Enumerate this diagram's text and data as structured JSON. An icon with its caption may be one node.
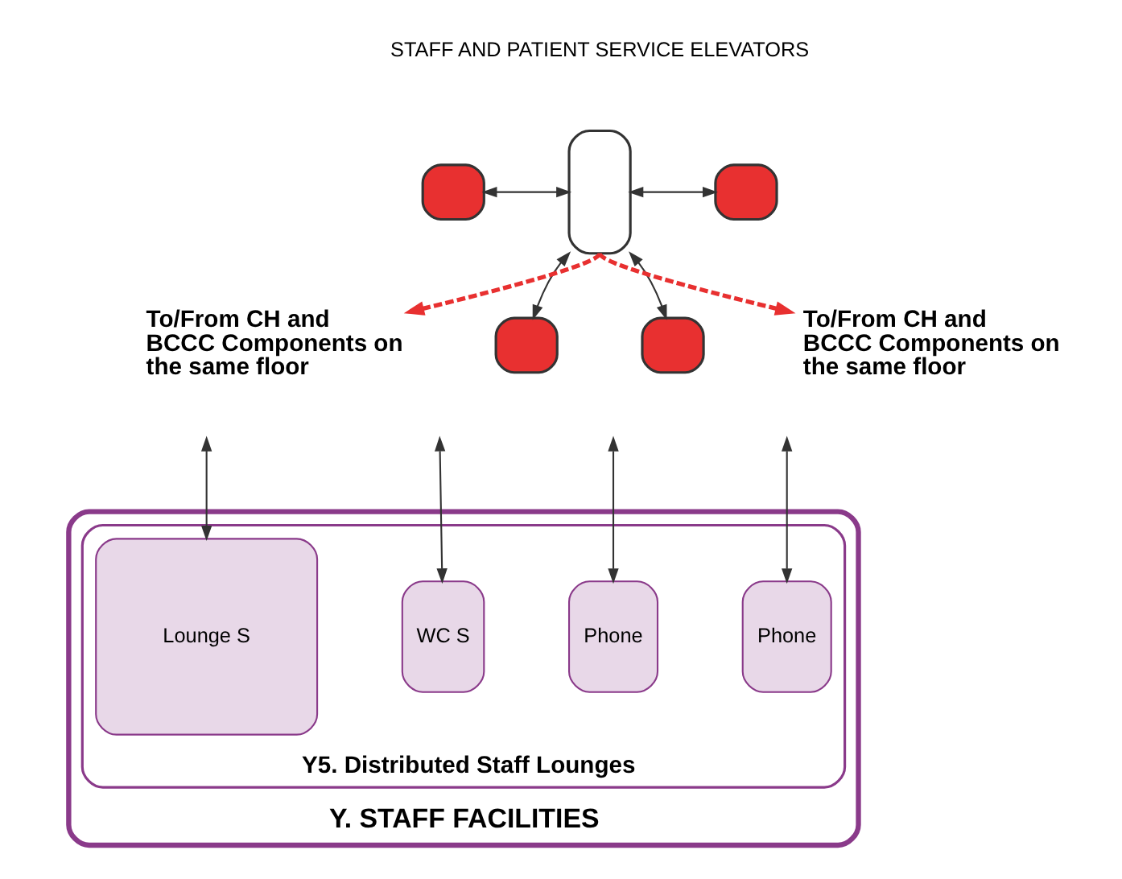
{
  "diagram": {
    "nodes": [
      {
        "text": [],
        "shape": "box"
      },
      {
        "text": [],
        "shape": "box"
      },
      {
        "text": [],
        "shape": "box"
      },
      {
        "text": [],
        "shape": "box"
      },
      {
        "text": [],
        "shape": "box"
      },
      {
        "text": [
          "To/From CH and BCCC Components on the same floor"
        ]
      },
      {
        "text": [
          "To/From CH and BCCC Components on the same floor"
        ]
      },
      {
        "text": [
          "Y. STAFF FACILITIES"
        ]
      },
      {
        "text": [
          "Y5. Distributed Staff Lounges"
        ],
        "in": 7
      },
      {
        "text": [
          "Lounge S"
        ],
        "in": 8
      },
      {
        "text": [
          "WC S"
        ],
        "in": 8
      },
      {
        "text": [
          "Phone"
        ],
        "in": 8
      },
      {
        "text": [
          "Phone"
        ],
        "in": 8
      }
    ],
    "edges": [
      {
        "from": 2,
        "to": 0,
        "arrow": "both"
      },
      {
        "from": 2,
        "to": 1,
        "arrow": "both"
      },
      {
        "from": 2,
        "to": 3,
        "arrow": "both"
      },
      {
        "from": 2,
        "to": 4,
        "arrow": "both"
      },
      {
        "from": 2,
        "to": 5,
        "arrow": "to",
        "style": "dashed",
        "color": "#e83030"
      },
      {
        "from": 2,
        "to": 6,
        "arrow": "to",
        "style": "dashed",
        "color": "#e83030"
      },
      {
        "from": null,
        "to": 9,
        "arrow": "both"
      },
      {
        "from": null,
        "to": 10,
        "arrow": "both"
      },
      {
        "from": null,
        "to": 11,
        "arrow": "both"
      },
      {
        "from": null,
        "to": 12,
        "arrow": "both"
      }
    ],
    "labels": [
      "STAFF AND PATIENT SERVICE ELEVATORS"
    ]
  }
}
